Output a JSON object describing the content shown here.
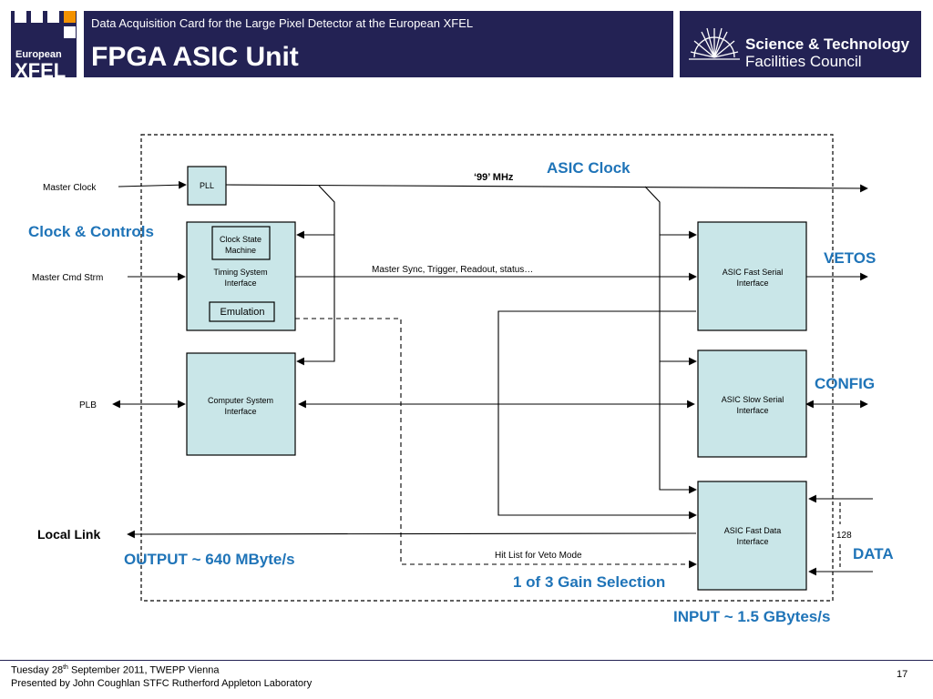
{
  "header": {
    "logo_small": "European",
    "logo_big": "XFEL",
    "subtitle": "Data Acquisition Card for the Large Pixel Detector at the European XFEL",
    "title": "FPGA ASIC Unit",
    "stfc_line1": "Science & Technology",
    "stfc_line2": "Facilities Council"
  },
  "blocks": {
    "pll": "PLL",
    "clock_state_1": "Clock State",
    "clock_state_2": "Machine",
    "timing_1": "Timing System",
    "timing_2": "Interface",
    "emulation": "Emulation",
    "computer_1": "Computer System",
    "computer_2": "Interface",
    "fast_serial_1": "ASIC Fast Serial",
    "fast_serial_2": "Interface",
    "slow_serial_1": "ASIC Slow Serial",
    "slow_serial_2": "Interface",
    "fast_data_1": "ASIC Fast Data",
    "fast_data_2": "Interface"
  },
  "signals": {
    "master_clock": "Master Clock",
    "master_cmd": "Master Cmd Strm",
    "plb": "PLB",
    "local_link": "Local Link",
    "mhz": "‘99’ MHz",
    "master_sync": "Master Sync, Trigger, Readout, status…",
    "hit_list": "Hit List for Veto Mode",
    "bus_width": "128"
  },
  "annotations": {
    "asic_clock": "ASIC Clock",
    "clock_controls": "Clock & Controls",
    "vetos": "VETOS",
    "config": "CONFIG",
    "data": "DATA",
    "output": "OUTPUT ~ 640 MByte/s",
    "gain": "1 of 3 Gain Selection",
    "input": "INPUT ~ 1.5 GBytes/s"
  },
  "colors": {
    "navy": "#232254",
    "block_fill": "#c9e6e8",
    "annotation_blue": "#1f74b8"
  },
  "footer": {
    "line1_pre": "Tuesday 28",
    "line1_sup": "th",
    "line1_post": " September 2011, TWEPP Vienna",
    "line2": "Presented by John Coughlan STFC Rutherford Appleton Laboratory",
    "page": "17"
  }
}
